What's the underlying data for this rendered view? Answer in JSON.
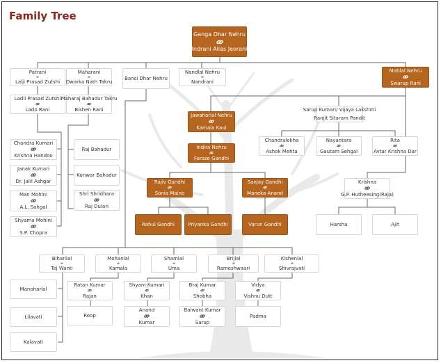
{
  "title": "Family Tree",
  "people": {
    "gangadhar": {
      "name": "Ganga Dhar Nehru",
      "spouse": "Indrani Alias Jeorani"
    },
    "patrani": {
      "name": "Patrani",
      "spouse": "Lalji Prasad Zutshi"
    },
    "maharani": {
      "name": "Maharani",
      "spouse": "Dwarka Nath Takru"
    },
    "bansidhar": {
      "name": "Bansi Dhar Nehru"
    },
    "nandlal": {
      "name": "Nandlal Nehru",
      "spouse": "Nandrani"
    },
    "motilal": {
      "name": "Motilal Nehru",
      "spouse": "Swarup Rani"
    },
    "ladli": {
      "name": "Ladli Prasad Zutshi",
      "spouse": "Lado Rani"
    },
    "maharaj": {
      "name": "Maharaj Bahadur Takru",
      "spouse": "Bishen Rani"
    },
    "jawaharlal": {
      "name": "Jawaharlal Nehru",
      "spouse": "Kamala Kaul"
    },
    "sarup": {
      "name": "Sarup Kumari/ Vijaya Lakshmi",
      "spouse": "Ranjit Sitaram Pandit"
    },
    "chandra": {
      "name": "Chandra Kumari",
      "spouse": "Krishna Handoo"
    },
    "rajbahadur": {
      "name": "Raj Bahadur"
    },
    "indira": {
      "name": "Indira Nehru",
      "spouse": "Feroze Gandhi"
    },
    "chandralekha": {
      "name": "Chandralekha",
      "spouse": "Ashok Mehta"
    },
    "nayantara": {
      "name": "Nayantara",
      "spouse": "Gautam Sehgal"
    },
    "rita": {
      "name": "Rita",
      "spouse": "Avtar Krishna Dar"
    },
    "janak": {
      "name": "Janak Kumari",
      "spouse": "Dr. Jalil Ashgar"
    },
    "kunwar": {
      "name": "Kunwar Bahadur"
    },
    "rajiv": {
      "name": "Rajiv Gandhi",
      "spouse": "Sonia Maino"
    },
    "sanjay": {
      "name": "Sanjay Gandhi",
      "spouse": "Maneka Anand"
    },
    "krishna": {
      "name": "Krishna",
      "spouse": "G.P. Hutheesing(Raja)"
    },
    "manmohini": {
      "name": "Man Mohini",
      "spouse": "A.L. Sahgal"
    },
    "shridhara": {
      "name": "Shri Shridhara",
      "spouse": "Raj Dulari"
    },
    "shyama": {
      "name": "Shyama Mohini",
      "spouse": "S.P. Chopra"
    },
    "rahul": {
      "name": "Rahul Gandhi"
    },
    "priyanka": {
      "name": "Priyanka Gandhi"
    },
    "varun": {
      "name": "Varun Gandhi"
    },
    "harsha": {
      "name": "Harsha"
    },
    "ajit": {
      "name": "Ajit"
    },
    "biharilal": {
      "name": "Biharilal",
      "spouse": "Tej Wanti"
    },
    "mohanlal": {
      "name": "Mohanlal",
      "spouse": "Kamala"
    },
    "shamlal": {
      "name": "Shamlal",
      "spouse": "Uma"
    },
    "brijlal": {
      "name": "Brijlal",
      "spouse": "Rameshwaari"
    },
    "kishenlal": {
      "name": "Kishenlal",
      "spouse": "Shivrajvati"
    },
    "manoharlal": {
      "name": "Manoharlal"
    },
    "ratan": {
      "name": "Ratan Kumar",
      "spouse": "Rajan"
    },
    "shyamkumari": {
      "name": "Shyam Kumari",
      "spouse": "Khan"
    },
    "braj": {
      "name": "Braj Kumar",
      "spouse": "Shobha"
    },
    "vidya": {
      "name": "Vidya",
      "spouse": "Vishnu Dutt"
    },
    "lilavati": {
      "name": "Lilavati"
    },
    "roop": {
      "name": "Roop"
    },
    "anand": {
      "name": "Anand",
      "spouse": "Kumar"
    },
    "balwant": {
      "name": "Balwant Kumar",
      "spouse": "Sarup"
    },
    "padma": {
      "name": "Padma"
    },
    "kalavati": {
      "name": "Kalavati"
    }
  }
}
